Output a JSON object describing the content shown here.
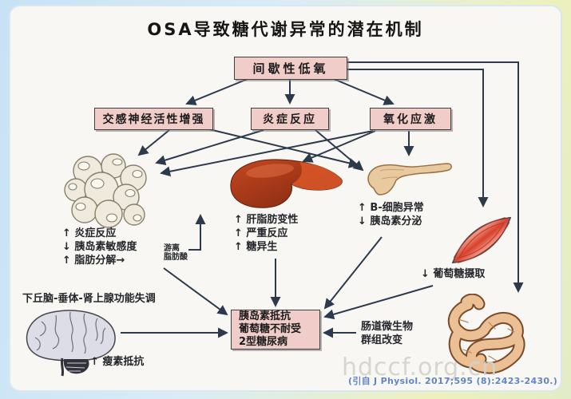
{
  "title": "OSA导致糖代谢异常的潜在机制",
  "nodes": {
    "hypoxia": "间歇性低氧",
    "sympathetic": "交感神经活性增强",
    "inflammation": "炎症反应",
    "oxidative": "氧化应激",
    "outcome_lines": [
      "胰岛素抵抗",
      "葡萄糖不耐受",
      "2型糖尿病"
    ]
  },
  "annotations": {
    "adipose_lines": [
      "↑ 炎症反应",
      "↓ 胰岛素敏感度",
      "↑ 脂肪分解→"
    ],
    "ffa_lines": [
      "游离",
      "脂肪酸"
    ],
    "liver_lines": [
      "↑ 肝脂肪变性",
      "↑ 严重反应",
      "↑ 糖异生"
    ],
    "pancreas_lines": [
      "↑ B-细胞异常",
      "↓ 胰岛素分泌"
    ],
    "muscle_line": "↓ 葡萄糖摄取",
    "hpa_label": "下丘脑-垂体-肾上腺功能失调",
    "leptin_line": "↑ 瘦素抵抗",
    "gut_lines": [
      "肠道微生物",
      "群组改变"
    ]
  },
  "footer": {
    "watermark": "hdccf.org.cn",
    "citation": "(引自 J Physiol. 2017;595 (8):2423-2430.)"
  },
  "colors": {
    "box_fill": "#f0cdc9",
    "box_border": "#3f3f3f",
    "arrow": "#2c3a4c",
    "panel_bg": "#f8f7f3",
    "citation_text": "#6286c4",
    "watermark_text": "#d3d3cd",
    "liver": "#b2401c",
    "muscle": "#d94836",
    "pancreas": "#e9c9a0",
    "intestine": "#eac094"
  }
}
